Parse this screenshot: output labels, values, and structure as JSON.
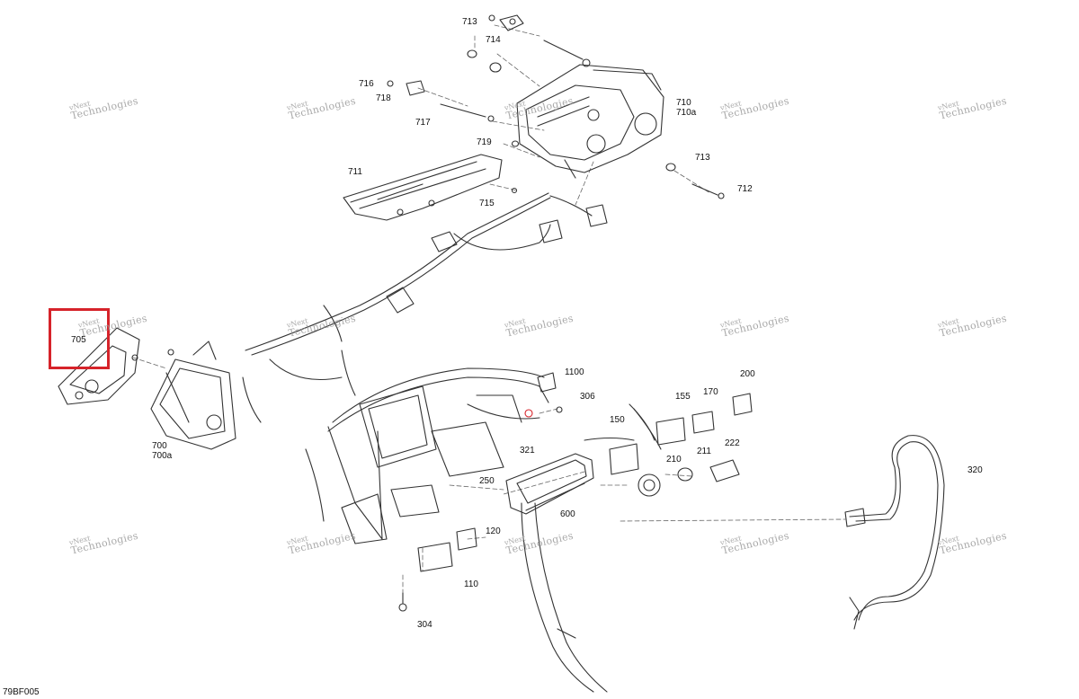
{
  "figure_code": "79BF005",
  "highlight": {
    "part": "705",
    "color": "#d6232a"
  },
  "watermark": {
    "line1": "vNext",
    "line2": "Technologies"
  },
  "parts": [
    "713",
    "714",
    "716",
    "718",
    "717",
    "710",
    "710a",
    "719",
    "713",
    "712",
    "711",
    "715",
    "705",
    "700",
    "700a",
    "1100",
    "306",
    "321",
    "150",
    "155",
    "170",
    "200",
    "250",
    "211",
    "222",
    "210",
    "320",
    "600",
    "120",
    "110",
    "304"
  ]
}
